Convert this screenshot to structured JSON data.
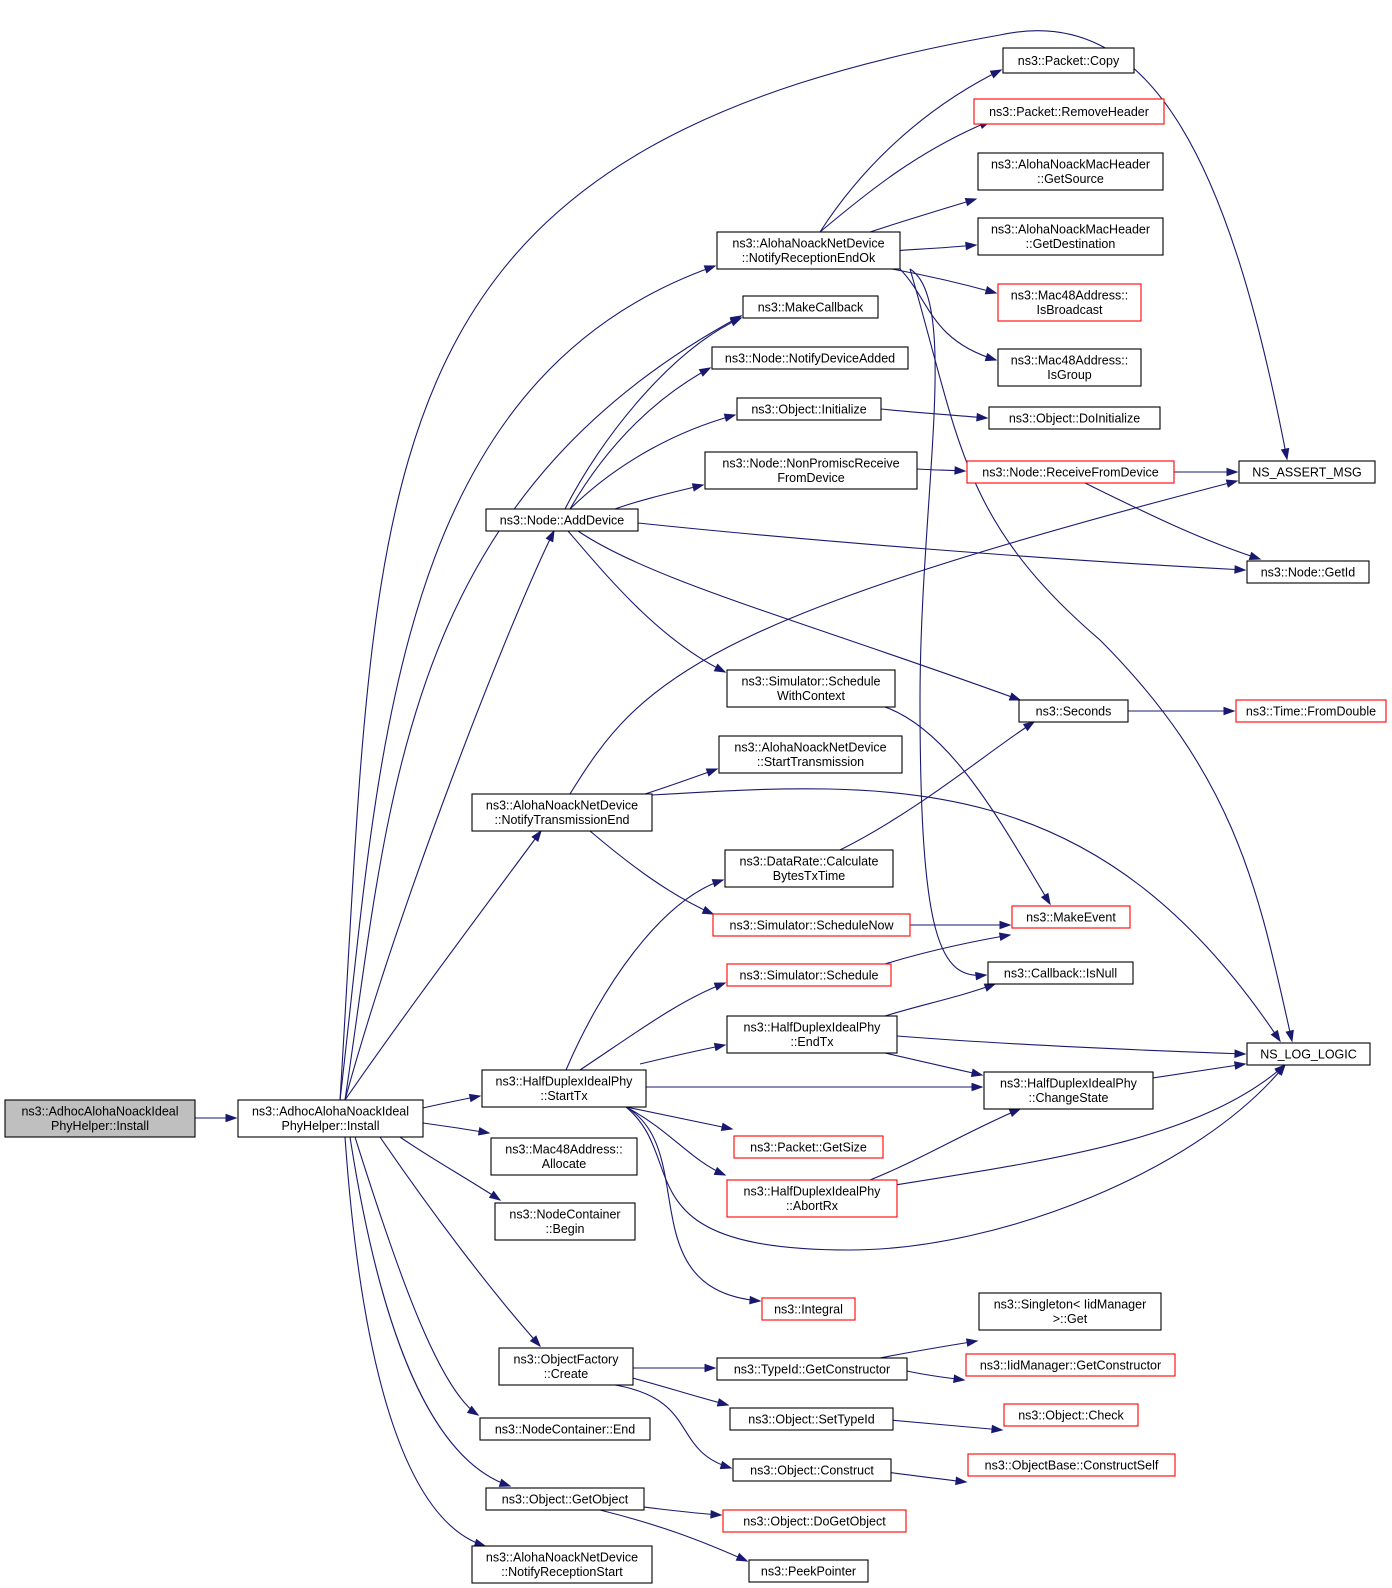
{
  "colors": {
    "edge": "#191970",
    "normal_border": "#000000",
    "red_border": "#ff0000",
    "focus_fill": "#bfbfbf",
    "node_fill": "#ffffff"
  },
  "nodes": [
    {
      "id": "root",
      "lines": [
        "ns3::AdhocAlohaNoackIdeal",
        "PhyHelper::Install"
      ],
      "style": "focus"
    },
    {
      "id": "install",
      "lines": [
        "ns3::AdhocAlohaNoackIdeal",
        "PhyHelper::Install"
      ],
      "style": "normal"
    },
    {
      "id": "adddevice",
      "lines": [
        "ns3::Node::AddDevice"
      ],
      "style": "normal"
    },
    {
      "id": "notifytxend",
      "lines": [
        "ns3::AlohaNoackNetDevice",
        "::NotifyTransmissionEnd"
      ],
      "style": "normal"
    },
    {
      "id": "starttx",
      "lines": [
        "ns3::HalfDuplexIdealPhy",
        "::StartTx"
      ],
      "style": "normal"
    },
    {
      "id": "allocate",
      "lines": [
        "ns3::Mac48Address::",
        "Allocate"
      ],
      "style": "normal"
    },
    {
      "id": "begin",
      "lines": [
        "ns3::NodeContainer",
        "::Begin"
      ],
      "style": "normal"
    },
    {
      "id": "create",
      "lines": [
        "ns3::ObjectFactory",
        "::Create"
      ],
      "style": "normal"
    },
    {
      "id": "end",
      "lines": [
        "ns3::NodeContainer::End"
      ],
      "style": "normal"
    },
    {
      "id": "getobject",
      "lines": [
        "ns3::Object::GetObject"
      ],
      "style": "normal"
    },
    {
      "id": "notifyrxstart",
      "lines": [
        "ns3::AlohaNoackNetDevice",
        "::NotifyReceptionStart"
      ],
      "style": "normal"
    },
    {
      "id": "notifyrxendok",
      "lines": [
        "ns3::AlohaNoackNetDevice",
        "::NotifyReceptionEndOk"
      ],
      "style": "normal"
    },
    {
      "id": "makecallback",
      "lines": [
        "ns3::MakeCallback"
      ],
      "style": "normal"
    },
    {
      "id": "notifydeviceadded",
      "lines": [
        "ns3::Node::NotifyDeviceAdded"
      ],
      "style": "normal"
    },
    {
      "id": "initialize",
      "lines": [
        "ns3::Object::Initialize"
      ],
      "style": "normal"
    },
    {
      "id": "nonpromisc",
      "lines": [
        "ns3::Node::NonPromiscReceive",
        "FromDevice"
      ],
      "style": "normal"
    },
    {
      "id": "schedwithctx",
      "lines": [
        "ns3::Simulator::Schedule",
        "WithContext"
      ],
      "style": "normal"
    },
    {
      "id": "starttransmission",
      "lines": [
        "ns3::AlohaNoackNetDevice",
        "::StartTransmission"
      ],
      "style": "normal"
    },
    {
      "id": "calcbytes",
      "lines": [
        "ns3::DataRate::Calculate",
        "BytesTxTime"
      ],
      "style": "normal"
    },
    {
      "id": "schednow",
      "lines": [
        "ns3::Simulator::ScheduleNow"
      ],
      "style": "red"
    },
    {
      "id": "schedule",
      "lines": [
        "ns3::Simulator::Schedule"
      ],
      "style": "red"
    },
    {
      "id": "endtx",
      "lines": [
        "ns3::HalfDuplexIdealPhy",
        "::EndTx"
      ],
      "style": "normal"
    },
    {
      "id": "getsize",
      "lines": [
        "ns3::Packet::GetSize"
      ],
      "style": "red"
    },
    {
      "id": "abortrx",
      "lines": [
        "ns3::HalfDuplexIdealPhy",
        "::AbortRx"
      ],
      "style": "red"
    },
    {
      "id": "integral",
      "lines": [
        "ns3::Integral"
      ],
      "style": "red"
    },
    {
      "id": "getconstructor",
      "lines": [
        "ns3::TypeId::GetConstructor"
      ],
      "style": "normal"
    },
    {
      "id": "settypeid",
      "lines": [
        "ns3::Object::SetTypeId"
      ],
      "style": "normal"
    },
    {
      "id": "construct",
      "lines": [
        "ns3::Object::Construct"
      ],
      "style": "normal"
    },
    {
      "id": "dogetobject",
      "lines": [
        "ns3::Object::DoGetObject"
      ],
      "style": "red"
    },
    {
      "id": "peekpointer",
      "lines": [
        "ns3::PeekPointer"
      ],
      "style": "normal"
    },
    {
      "id": "packetcopy",
      "lines": [
        "ns3::Packet::Copy"
      ],
      "style": "normal"
    },
    {
      "id": "removeheader",
      "lines": [
        "ns3::Packet::RemoveHeader"
      ],
      "style": "red"
    },
    {
      "id": "getsource",
      "lines": [
        "ns3::AlohaNoackMacHeader",
        "::GetSource"
      ],
      "style": "normal"
    },
    {
      "id": "getdestination",
      "lines": [
        "ns3::AlohaNoackMacHeader",
        "::GetDestination"
      ],
      "style": "normal"
    },
    {
      "id": "isbroadcast",
      "lines": [
        "ns3::Mac48Address::",
        "IsBroadcast"
      ],
      "style": "red"
    },
    {
      "id": "isgroup",
      "lines": [
        "ns3::Mac48Address::",
        "IsGroup"
      ],
      "style": "normal"
    },
    {
      "id": "doinitialize",
      "lines": [
        "ns3::Object::DoInitialize"
      ],
      "style": "normal"
    },
    {
      "id": "receivefromdevice",
      "lines": [
        "ns3::Node::ReceiveFromDevice"
      ],
      "style": "red"
    },
    {
      "id": "seconds",
      "lines": [
        "ns3::Seconds"
      ],
      "style": "normal"
    },
    {
      "id": "makeevent",
      "lines": [
        "ns3::MakeEvent"
      ],
      "style": "red"
    },
    {
      "id": "isnull",
      "lines": [
        "ns3::Callback::IsNull"
      ],
      "style": "normal"
    },
    {
      "id": "changestate",
      "lines": [
        "ns3::HalfDuplexIdealPhy",
        "::ChangeState"
      ],
      "style": "normal"
    },
    {
      "id": "singletonget",
      "lines": [
        "ns3::Singleton< IidManager",
        ">::Get"
      ],
      "style": "normal"
    },
    {
      "id": "iidgetconstructor",
      "lines": [
        "ns3::IidManager::GetConstructor"
      ],
      "style": "red"
    },
    {
      "id": "objectcheck",
      "lines": [
        "ns3::Object::Check"
      ],
      "style": "red"
    },
    {
      "id": "constructself",
      "lines": [
        "ns3::ObjectBase::ConstructSelf"
      ],
      "style": "red"
    },
    {
      "id": "assertmsg",
      "lines": [
        "NS_ASSERT_MSG"
      ],
      "style": "normal"
    },
    {
      "id": "getid",
      "lines": [
        "ns3::Node::GetId"
      ],
      "style": "normal"
    },
    {
      "id": "fromdouble",
      "lines": [
        "ns3::Time::FromDouble"
      ],
      "style": "red"
    },
    {
      "id": "loglogic",
      "lines": [
        "NS_LOG_LOGIC"
      ],
      "style": "normal"
    }
  ],
  "edges": [
    [
      "root",
      "install"
    ],
    [
      "install",
      "adddevice"
    ],
    [
      "install",
      "notifytxend"
    ],
    [
      "install",
      "starttx"
    ],
    [
      "install",
      "allocate"
    ],
    [
      "install",
      "begin"
    ],
    [
      "install",
      "create"
    ],
    [
      "install",
      "end"
    ],
    [
      "install",
      "getobject"
    ],
    [
      "install",
      "notifyrxstart"
    ],
    [
      "install",
      "notifyrxendok"
    ],
    [
      "install",
      "makecallback"
    ],
    [
      "install",
      "assertmsg"
    ],
    [
      "adddevice",
      "makecallback"
    ],
    [
      "adddevice",
      "notifydeviceadded"
    ],
    [
      "adddevice",
      "initialize"
    ],
    [
      "adddevice",
      "nonpromisc"
    ],
    [
      "adddevice",
      "schedwithctx"
    ],
    [
      "adddevice",
      "seconds"
    ],
    [
      "adddevice",
      "getid"
    ],
    [
      "notifytxend",
      "starttransmission"
    ],
    [
      "notifytxend",
      "schednow"
    ],
    [
      "notifytxend",
      "assertmsg"
    ],
    [
      "notifytxend",
      "loglogic"
    ],
    [
      "starttx",
      "calcbytes"
    ],
    [
      "starttx",
      "schedule"
    ],
    [
      "starttx",
      "endtx"
    ],
    [
      "starttx",
      "changestate"
    ],
    [
      "starttx",
      "getsize"
    ],
    [
      "starttx",
      "abortrx"
    ],
    [
      "starttx",
      "integral"
    ],
    [
      "starttx",
      "loglogic"
    ],
    [
      "create",
      "getconstructor"
    ],
    [
      "create",
      "settypeid"
    ],
    [
      "create",
      "construct"
    ],
    [
      "getobject",
      "dogetobject"
    ],
    [
      "getobject",
      "peekpointer"
    ],
    [
      "notifyrxendok",
      "packetcopy"
    ],
    [
      "notifyrxendok",
      "removeheader"
    ],
    [
      "notifyrxendok",
      "getsource"
    ],
    [
      "notifyrxendok",
      "getdestination"
    ],
    [
      "notifyrxendok",
      "isbroadcast"
    ],
    [
      "notifyrxendok",
      "isgroup"
    ],
    [
      "notifyrxendok",
      "isnull"
    ],
    [
      "notifyrxendok",
      "loglogic"
    ],
    [
      "initialize",
      "doinitialize"
    ],
    [
      "nonpromisc",
      "receivefromdevice"
    ],
    [
      "receivefromdevice",
      "assertmsg"
    ],
    [
      "receivefromdevice",
      "getid"
    ],
    [
      "schedwithctx",
      "makeevent"
    ],
    [
      "calcbytes",
      "seconds"
    ],
    [
      "seconds",
      "fromdouble"
    ],
    [
      "schednow",
      "makeevent"
    ],
    [
      "schedule",
      "makeevent"
    ],
    [
      "endtx",
      "isnull"
    ],
    [
      "endtx",
      "changestate"
    ],
    [
      "endtx",
      "loglogic"
    ],
    [
      "abortrx",
      "changestate"
    ],
    [
      "abortrx",
      "loglogic"
    ],
    [
      "changestate",
      "loglogic"
    ],
    [
      "getconstructor",
      "singletonget"
    ],
    [
      "getconstructor",
      "iidgetconstructor"
    ],
    [
      "settypeid",
      "objectcheck"
    ],
    [
      "construct",
      "constructself"
    ]
  ]
}
